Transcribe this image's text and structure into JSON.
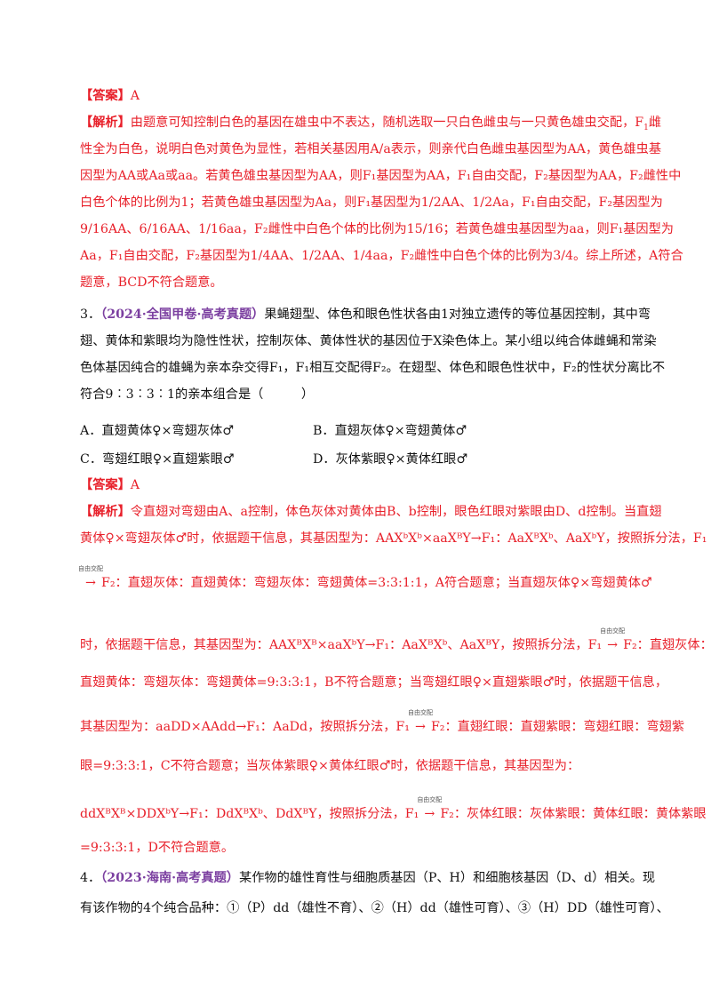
{
  "q2": {
    "answer_tag": "【答案】",
    "answer": "A",
    "analysis_tag": "【解析】",
    "lines": [
      "由题意可知控制白色的基因在雄虫中不表达，随机选取一只白色雌虫与一只黄色雄虫交配，F",
      "性全为白色，说明白色对黄色为显性，若相关基因用A/a表示，则亲代白色雌虫基因型为AA，黄色雄虫基",
      "因型为AA或Aa或aa。若黄色雄虫基因型为AA，则F₁基因型为AA，F₁自由交配，F₂基因型为AA，F₂雌性中",
      "白色个体的比例为1；若黄色雄虫基因型为Aa，则F₁基因型为1/2AA、1/2Aa，F₁自由交配，F₂基因型为",
      "9/16AA、6/16AA、1/16aa，F₂雌性中白色个体的比例为15/16；若黄色雄虫基因型为aa，则F₁基因型为",
      "Aa，F₁自由交配，F₂基因型为1/4AA、1/2AA、1/4aa，F₂雌性中白色个体的比例为3/4。综上所述，A符合",
      "题意，BCD不符合题意。"
    ],
    "line0_end": "雌"
  },
  "q3": {
    "number": "3．",
    "source": "（2024·全国甲卷·高考真题）",
    "stem": [
      "果蝇翅型、体色和眼色性状各由1对独立遗传的等位基因控制，其中弯",
      "翅、黄体和紫眼均为隐性性状，控制灰体、黄体性状的基因位于X染色体上。某小组以纯合体雌蝇和常染",
      "色体基因纯合的雄蝇为亲本杂交得F₁，F₁相互交配得F₂。在翅型、体色和眼色性状中，F₂的性状分离比不",
      "符合9︰3︰3︰1的亲本组合是（　　　）"
    ],
    "options": {
      "A": "A．直翅黄体♀×弯翅灰体♂",
      "B": "B．直翅灰体♀×弯翅黄体♂",
      "C": "C．弯翅红眼♀×直翅紫眼♂",
      "D": "D．灰体紫眼♀×黄体红眼♂"
    },
    "answer_tag": "【答案】",
    "answer": "A",
    "analysis_tag": "【解析】",
    "a1": "令直翅对弯翅由A、a控制，体色灰体对黄体由B、b控制，眼色红眼对紫眼由D、d控制。当直翅",
    "a2": "黄体♀×弯翅灰体♂时，依据题干信息，其基因型为：AAXᵇXᵇ×aaXᴮY→F₁：AaXᴮXᵇ、AaXᵇY，按照拆分法，F₁",
    "arrow_label": "自由交配",
    "a3": "F₂：直翅灰体：直翅黄体：弯翅灰体：弯翅黄体=3:3:1:1，A符合题意；当直翅灰体♀×弯翅黄体♂",
    "a4a": "时，依据题干信息，其基因型为：AAXᴮXᴮ×aaXᵇY→F₁：AaXᴮXᵇ、AaXᴮY，按照拆分法，F₁",
    "a4b": "F₂：直翅灰体：",
    "a5": "直翅黄体：弯翅灰体：弯翅黄体=9:3:3:1，B不符合题意；当弯翅红眼♀×直翅紫眼♂时，依据题干信息，",
    "a6a": "其基因型为：aaDD×AAdd→F₁：AaDd，按照拆分法，F₁",
    "a6b": "F₂：直翅红眼：直翅紫眼：弯翅红眼：弯翅紫",
    "a7": "眼=9:3:3:1，C不符合题意；当灰体紫眼♀×黄体红眼♂时，依据题干信息，其基因型为：",
    "a8a": "ddXᴮXᴮ×DDXᵇY→F₁：DdXᴮXᵇ、DdXᴮY，按照拆分法，F₁",
    "a8b": "F₂：灰体红眼：灰体紫眼：黄体红眼：黄体紫眼",
    "a9": "=9:3:3:1，D不符合题意。"
  },
  "q4": {
    "number": "4．",
    "source": "（2023·海南·高考真题）",
    "l1": "某作物的雄性育性与细胞质基因（P、H）和细胞核基因（D、d）相关。现",
    "l2": "有该作物的4个纯合品种：①（P）dd（雄性不育）、②（H）dd（雄性可育）、③（H）DD（雄性可育）、"
  },
  "colors": {
    "answer": "#e8202a",
    "source": "#7b3fa0",
    "body": "#111111"
  }
}
